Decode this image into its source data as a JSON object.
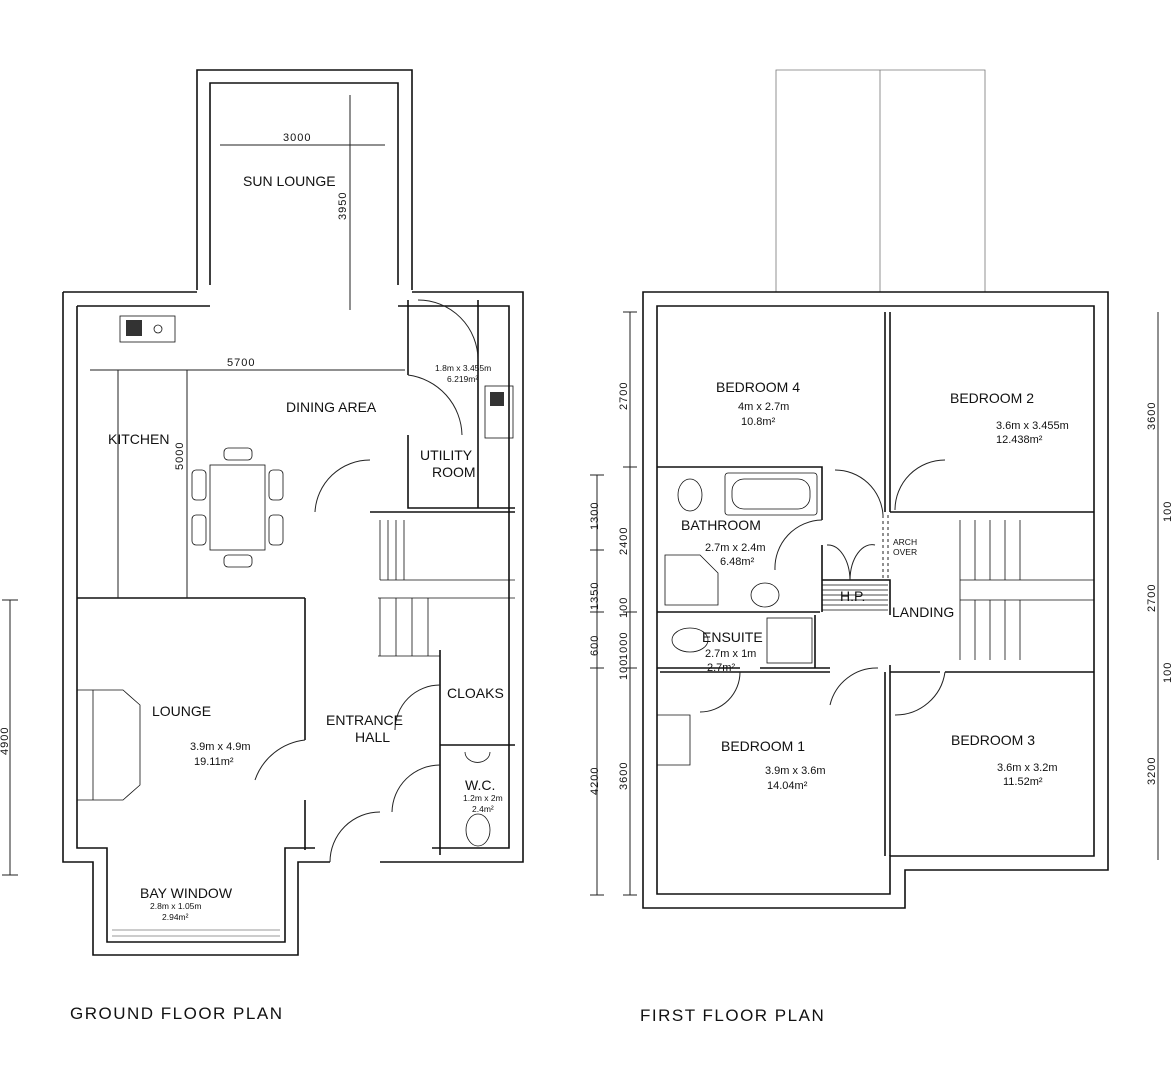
{
  "ground_floor": {
    "title": "GROUND FLOOR PLAN",
    "rooms": {
      "sun_lounge": {
        "name": "SUN LOUNGE"
      },
      "dining": {
        "name": "DINING AREA"
      },
      "kitchen": {
        "name": "KITCHEN"
      },
      "utility": {
        "name1": "UTILITY",
        "name2": "ROOM",
        "size": "1.8m x 3.455m",
        "area": "6.219m²"
      },
      "lounge": {
        "name": "LOUNGE",
        "size": "3.9m x 4.9m",
        "area": "19.11m²"
      },
      "hall": {
        "name1": "ENTRANCE",
        "name2": "HALL"
      },
      "cloaks": {
        "name": "CLOAKS"
      },
      "wc": {
        "name": "W.C.",
        "size": "1.2m x 2m",
        "area": "2.4m²"
      },
      "bay": {
        "name": "BAY WINDOW",
        "size": "2.8m x 1.05m",
        "area": "2.94m²"
      }
    },
    "dimensions": {
      "sun_width": "3000",
      "sun_depth": "3950",
      "kitchen_width": "5700",
      "kitchen_depth": "5000",
      "lounge_depth": "4900"
    }
  },
  "first_floor": {
    "title": "FIRST FLOOR PLAN",
    "rooms": {
      "bedroom4": {
        "name": "BEDROOM 4",
        "size": "4m x 2.7m",
        "area": "10.8m²"
      },
      "bedroom2": {
        "name": "BEDROOM 2",
        "size": "3.6m x 3.455m",
        "area": "12.438m²"
      },
      "bathroom": {
        "name": "BATHROOM",
        "size": "2.7m x 2.4m",
        "area": "6.48m²"
      },
      "ensuite": {
        "name": "ENSUITE",
        "size": "2.7m x 1m",
        "area": "2.7m²"
      },
      "bedroom1": {
        "name": "BEDROOM 1",
        "size": "3.9m x 3.6m",
        "area": "14.04m²"
      },
      "bedroom3": {
        "name": "BEDROOM 3",
        "size": "3.6m x 3.2m",
        "area": "11.52m²"
      },
      "landing": {
        "name": "LANDING"
      },
      "hp": {
        "name": "H.P."
      },
      "arch": {
        "line1": "ARCH",
        "line2": "OVER"
      }
    },
    "dimensions": {
      "left_inner": [
        "2700",
        "2400",
        "100",
        "1000",
        "100",
        "3600"
      ],
      "left_outer": [
        "1300",
        "1350",
        "600",
        "4200"
      ],
      "right": [
        "3600",
        "100",
        "2700",
        "100",
        "3200"
      ]
    }
  }
}
